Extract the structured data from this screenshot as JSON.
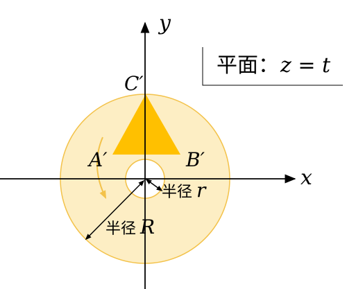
{
  "axes": {
    "x_label": "x",
    "y_label": "y"
  },
  "plane_box": {
    "prefix": "平面：",
    "equation": "z = t"
  },
  "points": {
    "a": "A′",
    "b": "B′",
    "c": "C′"
  },
  "radius_inner": {
    "prefix": "半径",
    "symbol": "r"
  },
  "radius_outer": {
    "prefix": "半径",
    "symbol": "R"
  },
  "colors": {
    "annulus_fill": "#fdeec4",
    "annulus_stroke": "#f3c24a",
    "triangle_fill": "#ffc000",
    "rotation_arrow": "#f3c24a",
    "axis": "#000000"
  }
}
